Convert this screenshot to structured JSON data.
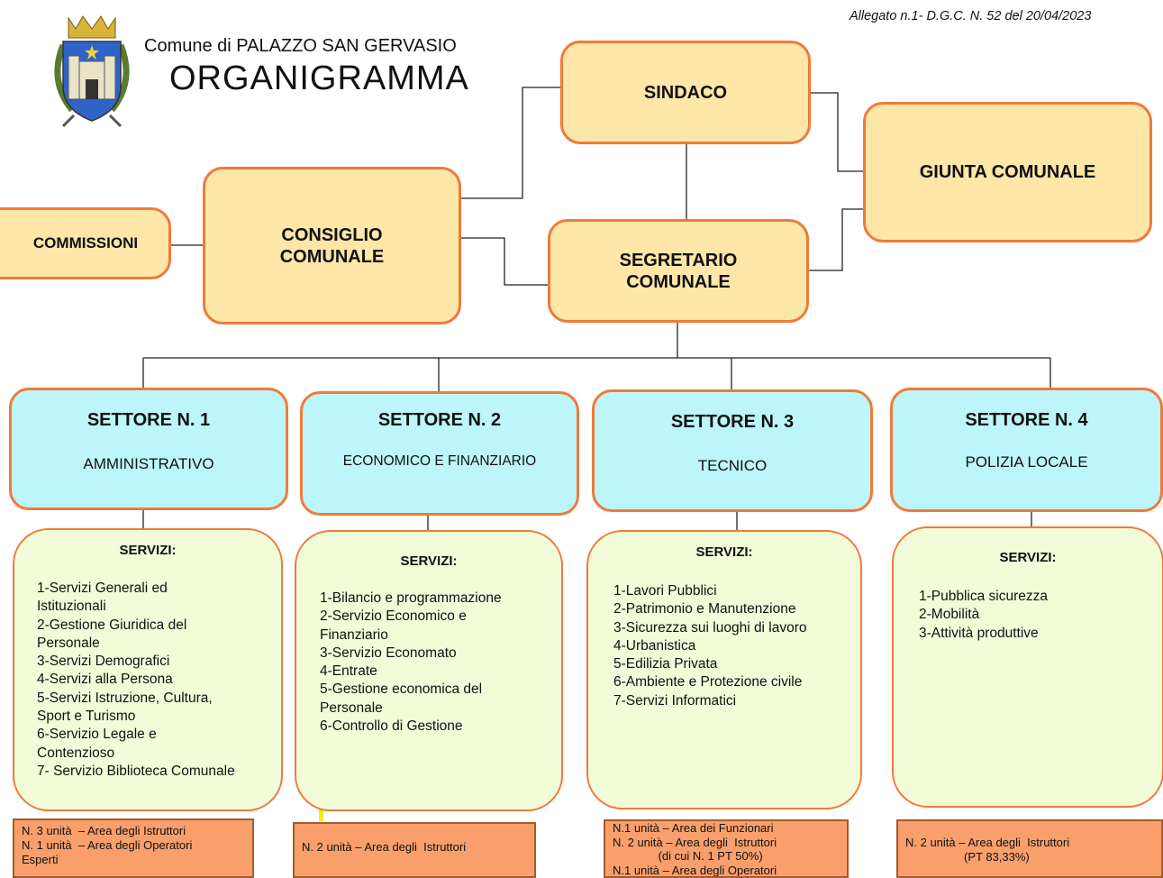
{
  "header": {
    "comune": "Comune di PALAZZO SAN GERVASIO",
    "title": "ORGANIGRAMMA",
    "allegato": "Allegato n.1- D.G.C. N. 52 del 20/04/2023"
  },
  "boxes": {
    "sindaco": "SINDACO",
    "giunta": "GIUNTA COMUNALE",
    "consiglio_line1": "CONSIGLIO",
    "consiglio_line2": "COMUNALE",
    "segretario_line1": "SEGRETARIO",
    "segretario_line2": "COMUNALE",
    "commissioni": "COMMISSIONI"
  },
  "sectors": [
    {
      "title": "SETTORE N. 1",
      "subtitle": "AMMINISTRATIVO",
      "services_heading": "SERVIZI:",
      "services": [
        "1-Servizi Generali ed",
        "Istituzionali",
        "2-Gestione Giuridica del",
        "Personale",
        "3-Servizi Demografici",
        "4-Servizi alla Persona",
        "5-Servizi Istruzione, Cultura,",
        "Sport e Turismo",
        "6-Servizio Legale e",
        "Contenzioso",
        "7- Servizio Biblioteca Comunale"
      ],
      "staff": [
        "N. 3 unità  – Area degli Istruttori",
        "N. 1 unità  – Area degli Operatori",
        "Esperti"
      ]
    },
    {
      "title": "SETTORE N. 2",
      "subtitle": "ECONOMICO E FINANZIARIO",
      "services_heading": "SERVIZI:",
      "services": [
        "1-Bilancio e programmazione",
        "2-Servizio Economico e",
        "Finanziario",
        "3-Servizio Economato",
        "4-Entrate",
        "5-Gestione economica del",
        "Personale",
        "6-Controllo di Gestione"
      ],
      "staff": [
        "N. 2 unità – Area degli  Istruttori"
      ]
    },
    {
      "title": "SETTORE N. 3",
      "subtitle": "TECNICO",
      "services_heading": "SERVIZI:",
      "services": [
        "1-Lavori Pubblici",
        "2-Patrimonio e Manutenzione",
        "3-Sicurezza sui luoghi di lavoro",
        "4-Urbanistica",
        "5-Edilizia Privata",
        "6-Ambiente e Protezione civile",
        "7-Servizi Informatici"
      ],
      "staff": [
        "N.1 unità – Area dei Funzionari",
        "N. 2 unità – Area degli  Istruttori",
        "              (di cui N. 1 PT 50%)",
        "N.1 unità – Area degli Operatori"
      ]
    },
    {
      "title": "SETTORE N. 4",
      "subtitle": "POLIZIA LOCALE",
      "services_heading": "SERVIZI:",
      "services": [
        "1-Pubblica sicurezza",
        "2-Mobilità",
        "3-Attività produttive"
      ],
      "staff": [
        "N. 2 unità – Area degli  Istruttori",
        "                  (PT 83,33%)"
      ]
    }
  ],
  "colors": {
    "top_box_fill": "#fce6a8",
    "sector_fill": "#bdf6fa",
    "services_fill": "#f2fcd9",
    "staff_fill": "#f99f6b",
    "border": "#f07a3a"
  }
}
